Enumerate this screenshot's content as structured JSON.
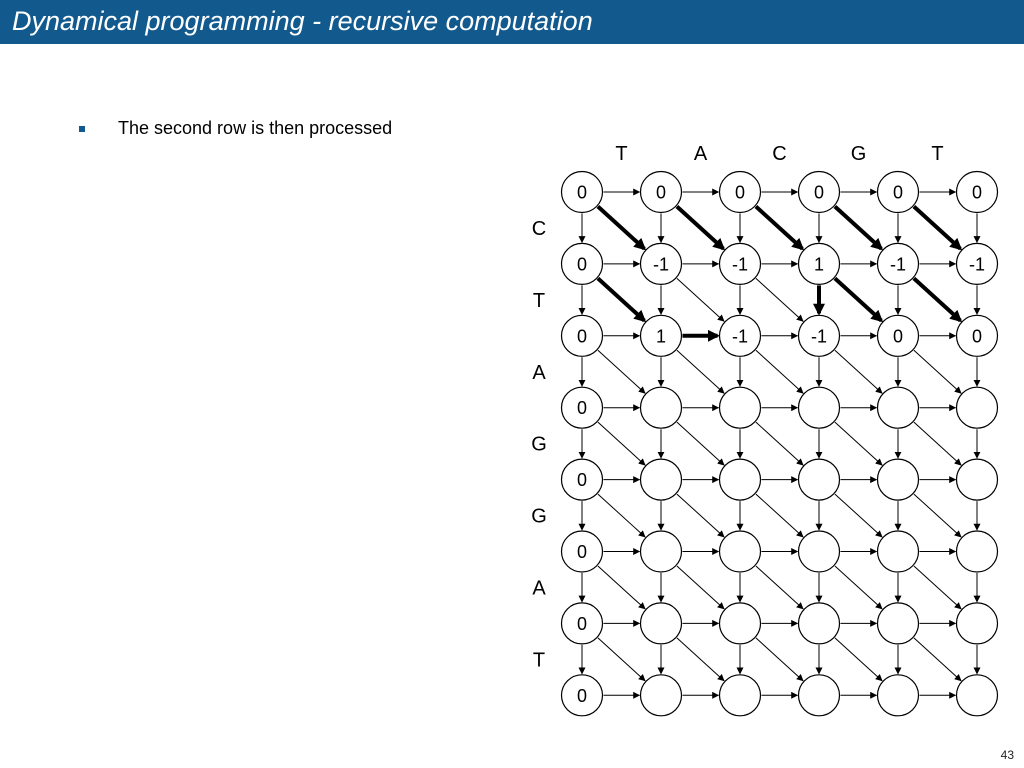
{
  "slide": {
    "title": "Dynamical programming - recursive computation",
    "bullet": "The second row is then processed",
    "page_number": "43",
    "accent_color": "#125a8e"
  },
  "diagram": {
    "col_labels": [
      "T",
      "A",
      "C",
      "G",
      "T"
    ],
    "row_labels": [
      "C",
      "T",
      "A",
      "G",
      "G",
      "A",
      "T"
    ],
    "cells": [
      [
        "0",
        "0",
        "0",
        "0",
        "0",
        "0"
      ],
      [
        "0",
        "-1",
        "-1",
        "1",
        "-1",
        "-1"
      ],
      [
        "0",
        "1",
        "-1",
        "-1",
        "0",
        "0"
      ],
      [
        "0",
        "",
        "",
        "",
        "",
        ""
      ],
      [
        "0",
        "",
        "",
        "",
        "",
        ""
      ],
      [
        "0",
        "",
        "",
        "",
        "",
        ""
      ],
      [
        "0",
        "",
        "",
        "",
        "",
        ""
      ],
      [
        "0",
        "",
        "",
        "",
        "",
        ""
      ]
    ],
    "bold_arrows": [
      {
        "from": [
          0,
          0
        ],
        "to": [
          1,
          1
        ]
      },
      {
        "from": [
          0,
          1
        ],
        "to": [
          1,
          2
        ]
      },
      {
        "from": [
          0,
          2
        ],
        "to": [
          1,
          3
        ]
      },
      {
        "from": [
          0,
          3
        ],
        "to": [
          1,
          4
        ]
      },
      {
        "from": [
          0,
          4
        ],
        "to": [
          1,
          5
        ]
      },
      {
        "from": [
          1,
          0
        ],
        "to": [
          2,
          1
        ]
      },
      {
        "from": [
          1,
          3
        ],
        "to": [
          2,
          3
        ]
      },
      {
        "from": [
          1,
          3
        ],
        "to": [
          2,
          4
        ]
      },
      {
        "from": [
          1,
          4
        ],
        "to": [
          2,
          5
        ]
      },
      {
        "from": [
          2,
          1
        ],
        "to": [
          2,
          2
        ]
      }
    ]
  }
}
